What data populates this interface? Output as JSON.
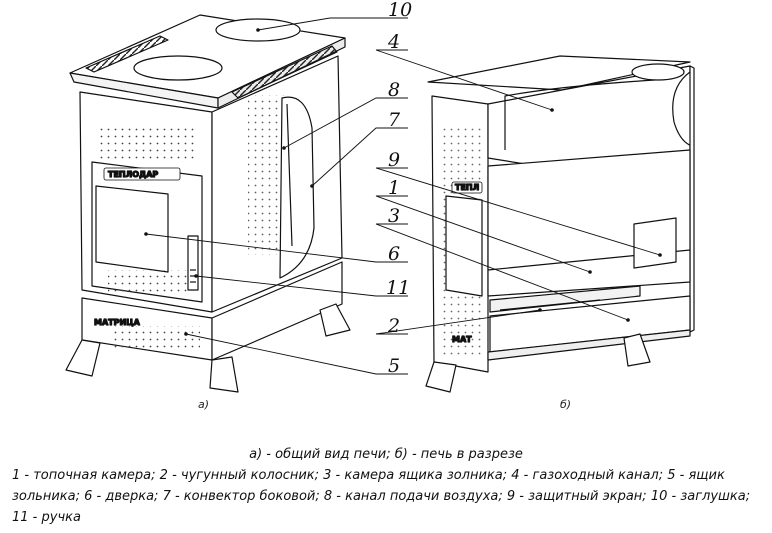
{
  "figure": {
    "callouts": {
      "c10": "10",
      "c4": "4",
      "c8": "8",
      "c7": "7",
      "c9": "9",
      "c1": "1",
      "c3": "3",
      "c6": "6",
      "c11": "11",
      "c2": "2",
      "c5": "5"
    },
    "sublabels": {
      "a": "а)",
      "b": "б)"
    },
    "brand": {
      "stove_a": "ТЕПЛОДАР",
      "stove_b": "ТЕПЛ"
    },
    "model": {
      "stove_a": "МАТРИЦА",
      "stove_b": "МАТ"
    }
  },
  "caption": {
    "title": "а) - общий вид печи; б) - печь в разрезе",
    "legend": "1 - топочная камера; 2 - чугунный колосник; 3 - камера ящика золника; 4 - газоходный канал; 5 - ящик зольника; 6 - дверка; 7 - конвектор боковой; 8 - канал подачи воздуха; 9 - защитный экран; 10 - заглушка; 11 - ручка"
  }
}
